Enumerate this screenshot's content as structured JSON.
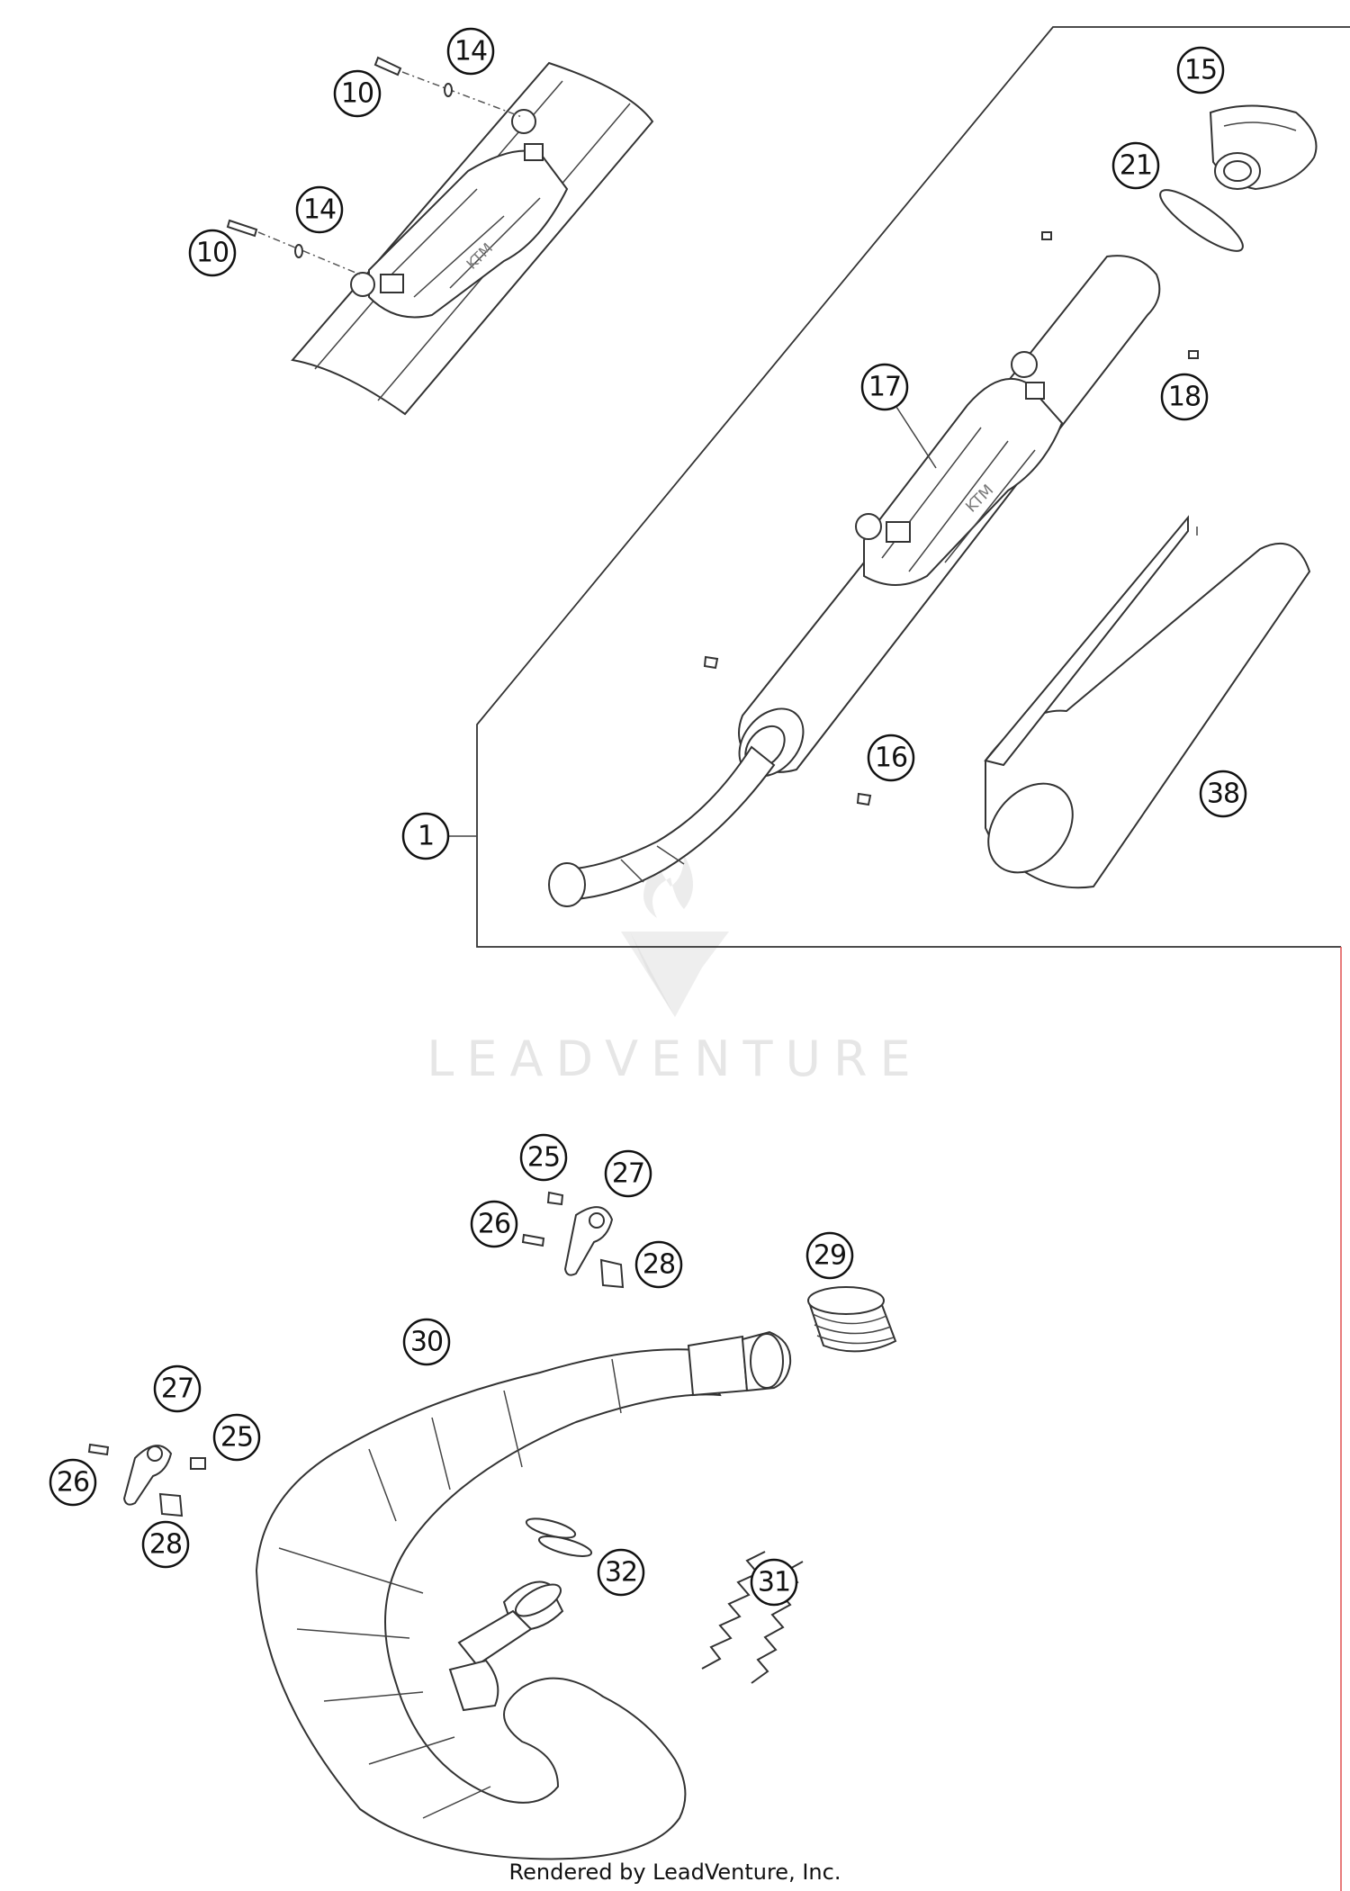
{
  "callouts": {
    "c1": "1",
    "c10a": "10",
    "c10b": "10",
    "c14a": "14",
    "c14b": "14",
    "c15": "15",
    "c16": "16",
    "c17": "17",
    "c18": "18",
    "c21": "21",
    "c25a": "25",
    "c25b": "25",
    "c26a": "26",
    "c26b": "26",
    "c27a": "27",
    "c27b": "27",
    "c28a": "28",
    "c28b": "28",
    "c29": "29",
    "c30": "30",
    "c31": "31",
    "c32": "32",
    "c38": "38"
  },
  "watermark": "LEADVENTURE",
  "footer": "Rendered by LeadVenture, Inc."
}
